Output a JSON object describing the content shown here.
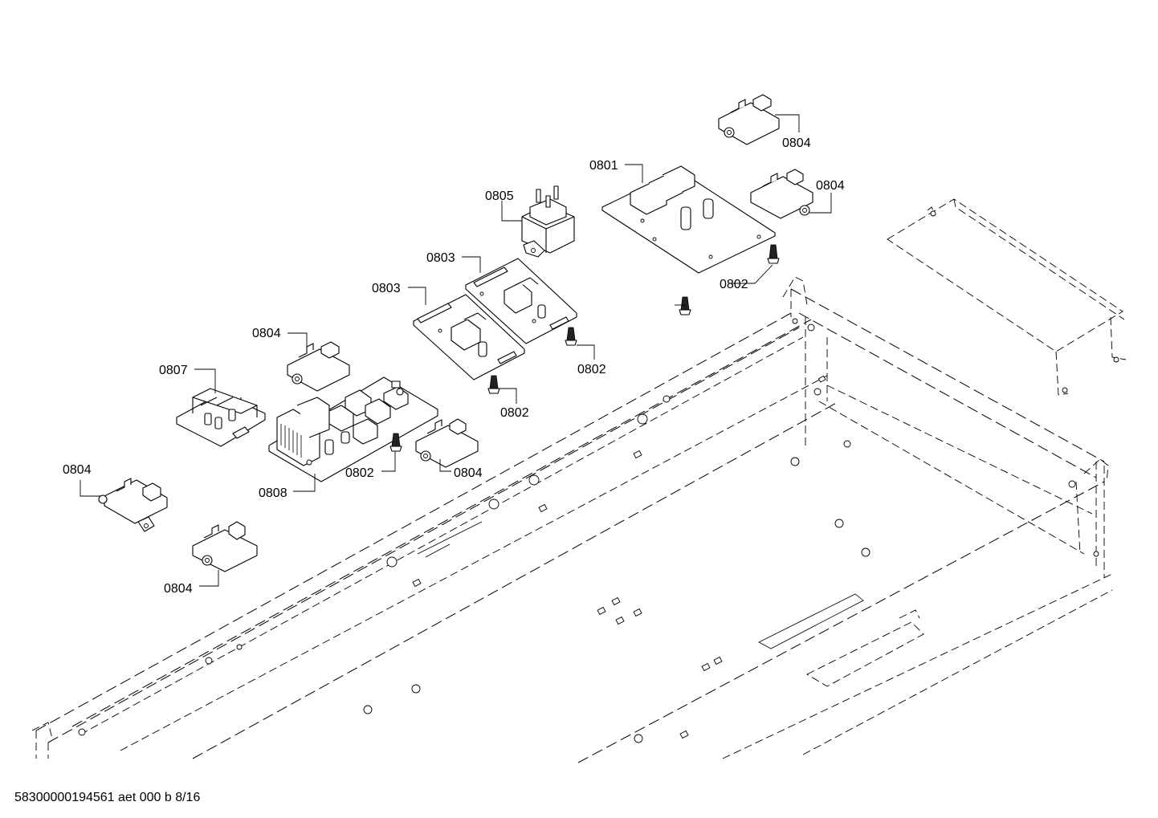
{
  "callouts": {
    "c0801": "0801",
    "c0802a": "0802",
    "c0802b": "0802",
    "c0802c": "0802",
    "c0802d": "0802",
    "c0803a": "0803",
    "c0803b": "0803",
    "c0804a": "0804",
    "c0804b": "0804",
    "c0804c": "0804",
    "c0804d": "0804",
    "c0804e": "0804",
    "c0804f": "0804",
    "c0805": "0805",
    "c0807": "0807",
    "c0808": "0808"
  },
  "footer": {
    "document_id": "58300000194561 aet 000 b 8/16"
  }
}
